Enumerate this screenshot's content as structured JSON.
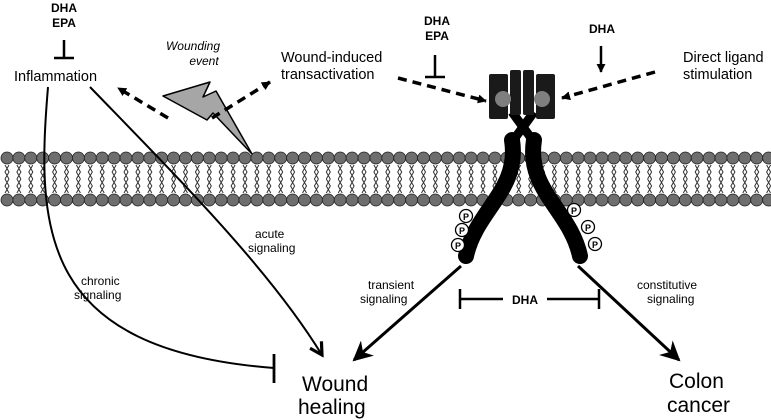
{
  "inhibitors": {
    "left": [
      "DHA",
      "EPA"
    ],
    "center": [
      "DHA",
      "EPA"
    ],
    "right": "DHA",
    "bottom": "DHA"
  },
  "nodes": {
    "inflammation": "Inflammation",
    "wounding_event": [
      "Wounding",
      "event"
    ],
    "wound_transactivation": [
      "Wound-induced",
      "transactivation"
    ],
    "direct_ligand": [
      "Direct ligand",
      "stimulation"
    ],
    "wound_healing": [
      "Wound",
      "healing"
    ],
    "colon_cancer": [
      "Colon",
      "cancer"
    ]
  },
  "edges": {
    "chronic": [
      "chronic",
      "signaling"
    ],
    "acute": [
      "acute",
      "signaling"
    ],
    "transient": [
      "transient",
      "signaling"
    ],
    "constitutive": [
      "constitutive",
      "signaling"
    ]
  },
  "phospho_label": "P"
}
